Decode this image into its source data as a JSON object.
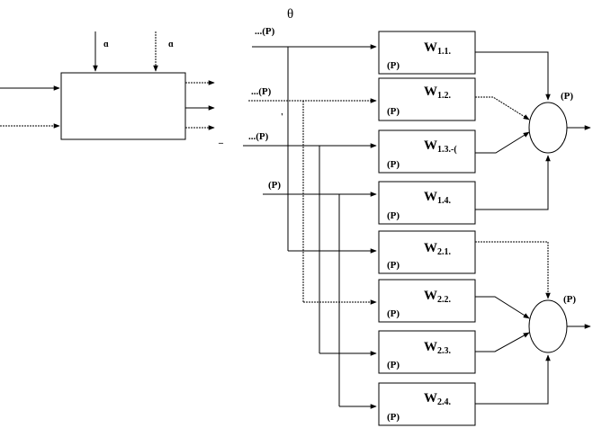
{
  "diagram": {
    "theta_label": "θ",
    "top_input_labels": [
      "ɑ",
      "ɑ"
    ],
    "input_labels": [
      "...(P)",
      "...(P)",
      "...(P)",
      "(P)"
    ],
    "filter_label_suffix": "(P)",
    "output_labels": [
      "(P)",
      "(P)"
    ],
    "edge_marks": [
      "_",
      "'"
    ],
    "filters": [
      {
        "main": "W",
        "sub": "1.1."
      },
      {
        "main": "W",
        "sub": "1.2."
      },
      {
        "main": "W",
        "sub": "1.3.-("
      },
      {
        "main": "W",
        "sub": "1.4."
      },
      {
        "main": "W",
        "sub": "2.1."
      },
      {
        "main": "W",
        "sub": "2.2."
      },
      {
        "main": "W",
        "sub": "2.3."
      },
      {
        "main": "W",
        "sub": "2.4."
      }
    ]
  }
}
